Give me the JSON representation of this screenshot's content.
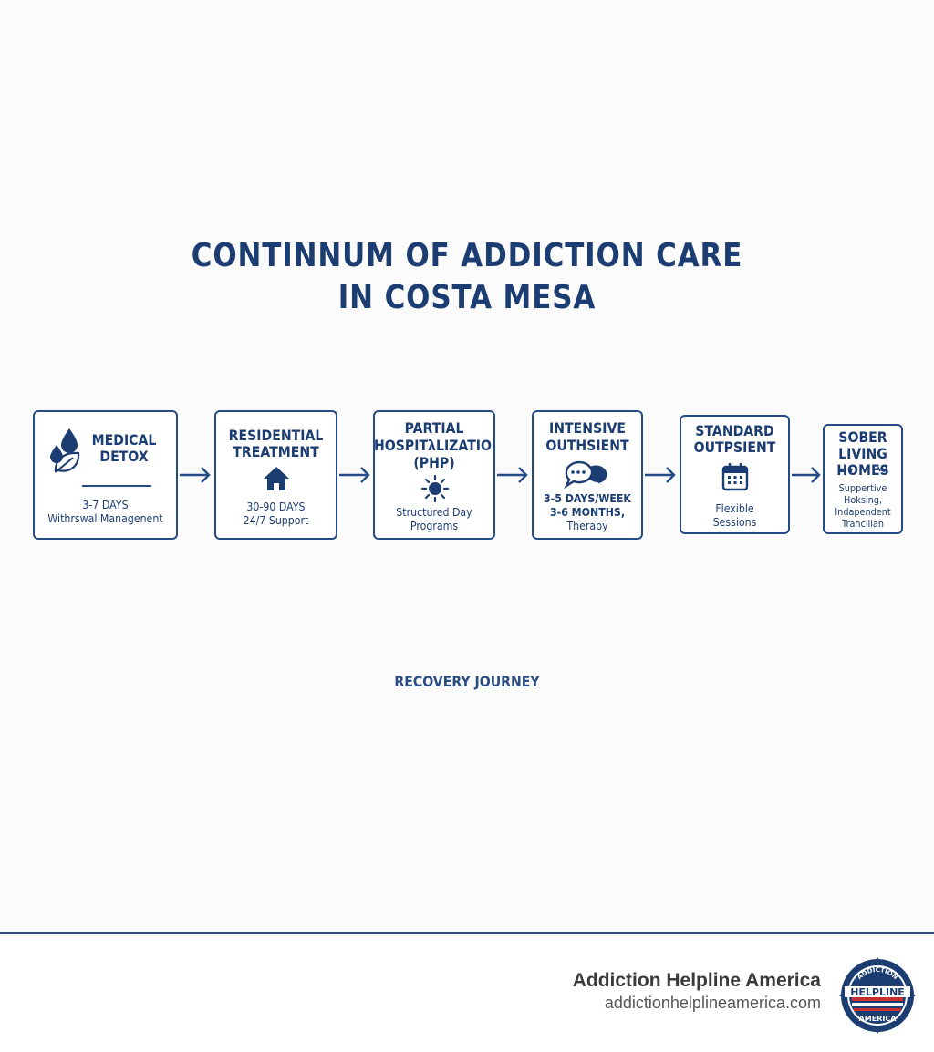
{
  "title": {
    "line1": "CONTINNUM OF ADDICTION CARE",
    "line2": "IN COSTA MESA"
  },
  "stages": [
    {
      "title1": "MEDICAL",
      "title2": "DETOX",
      "sub1": "3-7 DAYS",
      "sub2": "Withrswal Managenent",
      "icon": "water-drops-leaf-icon"
    },
    {
      "title1": "RESIDENTIAL",
      "title2": "TREATMENT",
      "sub1": "30-90 DAYS",
      "sub2": "24/7 Support",
      "icon": "house-icon"
    },
    {
      "title1": "PARTIAL",
      "title2": "HOSPITλLIZATION",
      "title3": "(PHP)",
      "sub1": "Structured Day",
      "sub2": "Programs",
      "icon": "sun-icon"
    },
    {
      "title1": "INTENSIVE",
      "title2": "OUTHSIENT",
      "sub1": "3-5 DAYS/WEEK",
      "sub2": "3-6 MONTHS,",
      "sub3": "Therapy",
      "icon": "chat-bubbles-icon"
    },
    {
      "title1": "STANDARD",
      "title2": "OUTPSIENT",
      "sub1": "Flexible",
      "sub2": "Sessions",
      "icon": "calendar-icon"
    },
    {
      "title1": "SOBER",
      "title2": "LIVING",
      "title3": "HOMES",
      "sub1": "Suppertive",
      "sub2": "Hoksing,",
      "sub3": "Indapendent",
      "sub4": "Tranclilan",
      "icon": "small-figures-icon"
    }
  ],
  "journey_label": "RECOVERY JOURNEY",
  "footer": {
    "brand": "Addiction Helpline America",
    "url": "addictionhelplineamerica.com",
    "logo_text_main": "HELPLINE",
    "logo_text_top": "ADDICTION",
    "logo_text_bottom": "AMERICA"
  },
  "colors": {
    "primary": "#1c3d72",
    "border": "#244b86",
    "accent_red": "#c8302f"
  }
}
